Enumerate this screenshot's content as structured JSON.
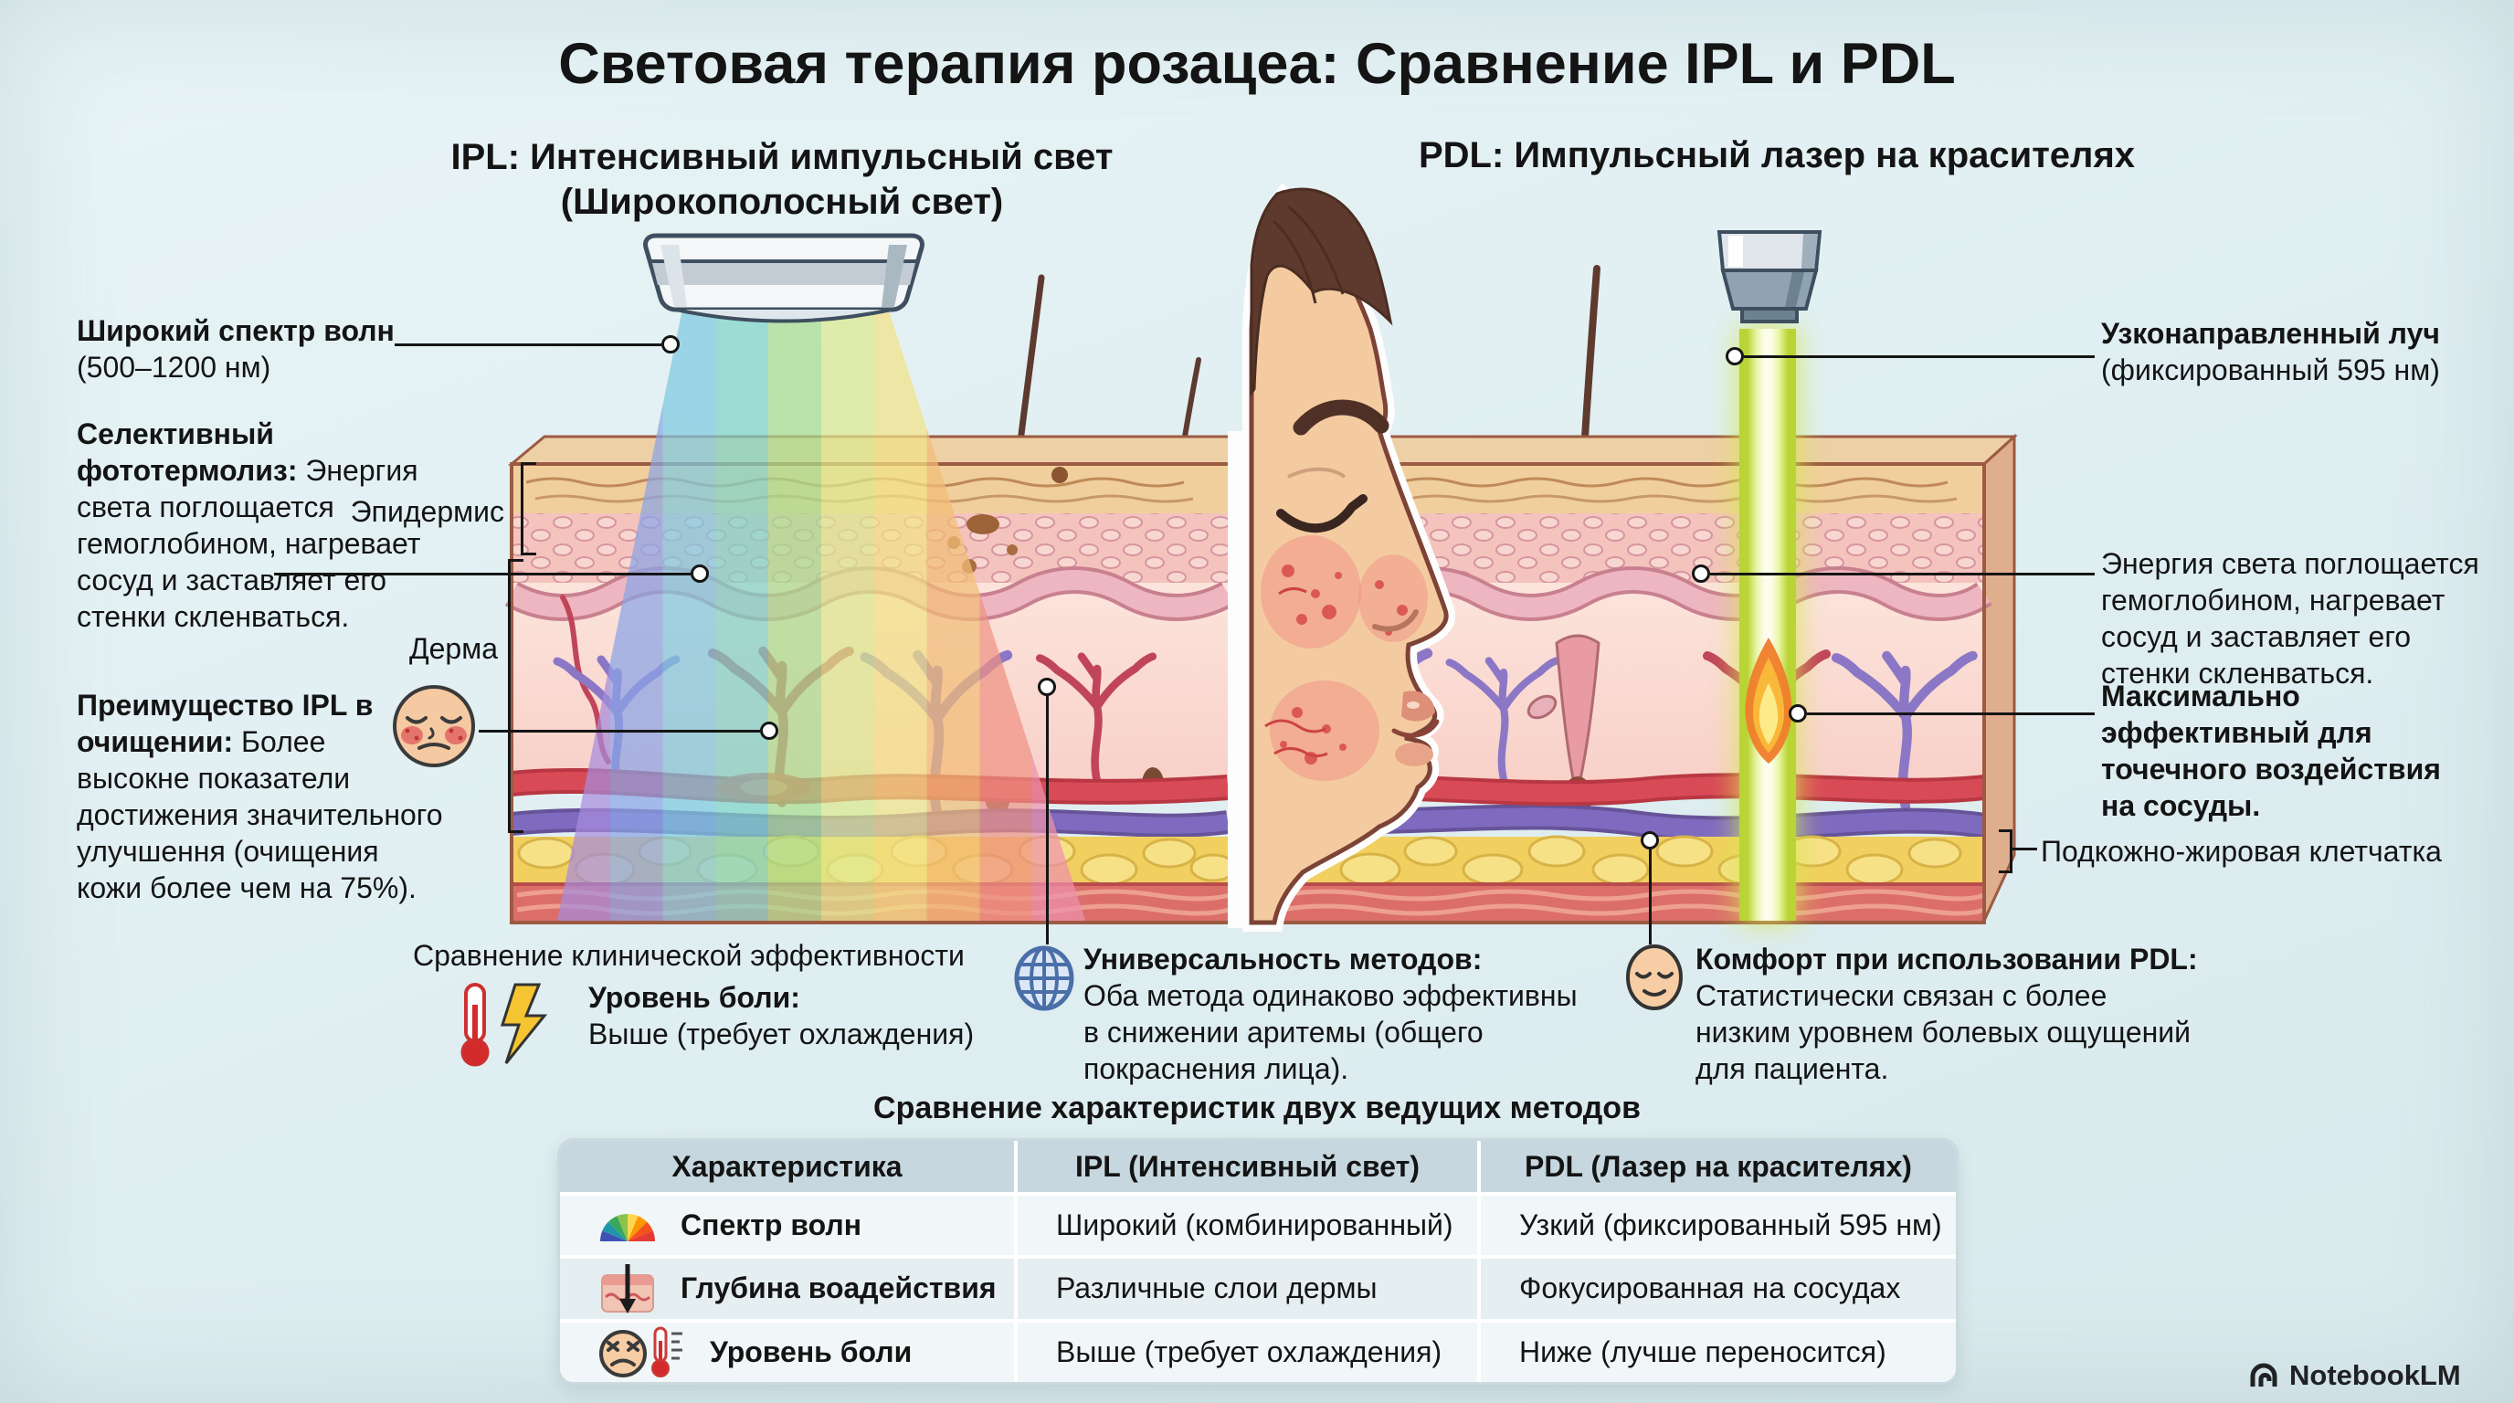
{
  "title": "Световая терапия розацеа: Сравнение IPL и PDL",
  "panels": {
    "ipl_subtitle_1": "IPL: Интенсивный импульсный свет",
    "ipl_subtitle_2": "(Широкополосный свет)",
    "pdl_subtitle": "PDL: Импульсный лазер на красителях"
  },
  "left": {
    "spectrum": {
      "l1": "Широкий спектр волн",
      "l2": "(500–1200 нм)"
    },
    "selective": {
      "l1": "Селективный",
      "l2b": "фототермолиз:",
      "l2r": " Энергия",
      "l3": "света поглощается",
      "l4": "гемоглобином, нагревает",
      "l5": "сосуд и заставляет его",
      "l6": "стенки скленваться."
    },
    "advantage": {
      "l1": "Преимущество IPL в",
      "l2b": "очищении:",
      "l2r": " Более",
      "l3": "высокне показатели",
      "l4": "достижения значительного",
      "l5": "улучшення (очищения",
      "l6": "кожи более чем на 75%)."
    }
  },
  "right": {
    "beam": {
      "l1": "Узконаправленный луч",
      "l2": "(фиксированный 595 нм)"
    },
    "energy": {
      "l1": "Энергия света поглощается",
      "l2": "гемоглобином, нагревает",
      "l3": "сосуд и заставляет его",
      "l4": "стенки скленваться."
    },
    "max_effect": {
      "l1": "Максимально",
      "l2": "эффективный для",
      "l3": "точечного воздействия",
      "l4": "на сосуды."
    },
    "fat_label": "Подкожно-жировая клетчатка"
  },
  "skin": {
    "epidermis": "Эпидермис",
    "derma": "Дерма"
  },
  "findings": {
    "heading": "Сравнение клинической эффективности",
    "pain": {
      "label": "Уровень боли:",
      "value": "Выше (требует охлаждения)"
    },
    "universal": {
      "label": "Универсальность методов:",
      "l1": "Оба метода одинаково эффективны",
      "l2": "в снижении аритемы (общего",
      "l3": "покраснения лица)."
    },
    "comfort": {
      "label": "Комфорт при использовании PDL:",
      "l1": "Статистически связан с более",
      "l2": "низким уровнем болевых ощущений",
      "l3": "для пациента."
    }
  },
  "table": {
    "title": "Сравнение характеристик двух ведущих методов",
    "headers": [
      "Характеристика",
      "IPL (Интенсивный свет)",
      "PDL (Лазер на красителях)"
    ],
    "rows": [
      {
        "label": "Спектр волн",
        "ipl": "Широкий (комбинированный)",
        "pdl": "Узкий (фиксированный 595 нм)"
      },
      {
        "label": "Глубина воадействия",
        "ipl": "Различные слои дермы",
        "pdl": "Фокусированная на сосудах"
      },
      {
        "label": "Уровень боли",
        "ipl": "Выше (требует охлаждения)",
        "pdl": "Ниже (лучше переносится)"
      }
    ]
  },
  "watermark": "NotebookLM",
  "icons": {
    "advantage": "rosacea-face-icon",
    "pain": "thermometer-lightning-icon",
    "universal": "globe-icon",
    "comfort": "calm-face-icon",
    "row_spectrum": "rainbow-gauge-icon",
    "row_depth": "skin-depth-arrow-icon",
    "row_pain": "pain-face-thermometer-icon"
  },
  "colors": {
    "background": "#e8f4f6",
    "text": "#141414",
    "table_header": "#c6d7df",
    "row_light": "#f1f7f8",
    "row_dark": "#e5eef1",
    "ipl_beam": [
      "#a78bdc",
      "#8ba4e6",
      "#7fc9e0",
      "#7fd4c8",
      "#a9dd8e",
      "#dce98e",
      "#f2e286",
      "#f2bd76",
      "#ef9283",
      "#ee91ad"
    ],
    "pdl_beam_edge": "#b9d435",
    "pdl_beam_mid": "#e9f4a2",
    "pdl_beam_core": "#fcfdec",
    "vessel_red": "#c0455a",
    "vessel_purple": "#8b77c6"
  }
}
